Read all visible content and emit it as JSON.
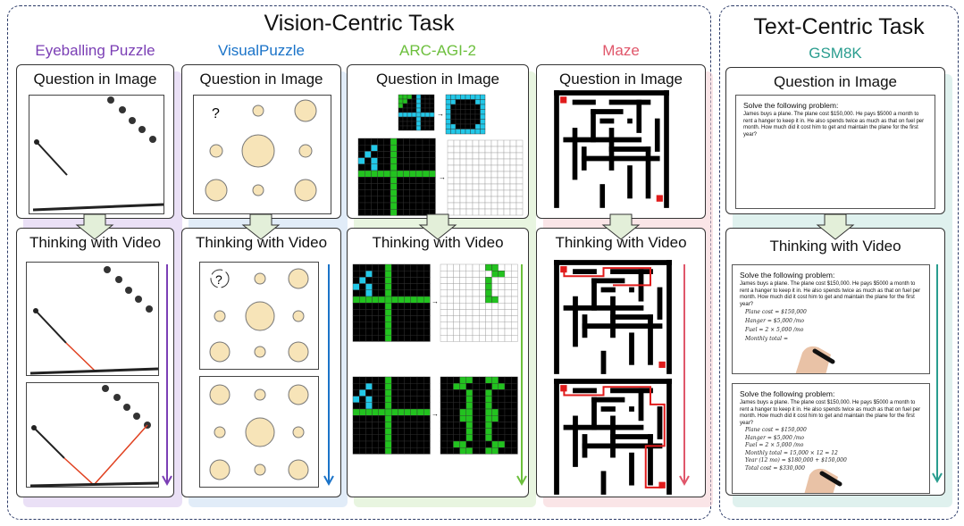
{
  "vision": {
    "title": "Vision-Centric Task"
  },
  "text": {
    "title": "Text-Centric Task"
  },
  "labels": {
    "question": "Question in Image",
    "thinking": "Thinking with Video"
  },
  "columns": [
    {
      "name": "Eyeballing Puzzle",
      "color": "#7b3fb5",
      "tint": "#d9c7ef"
    },
    {
      "name": "VisualPuzzle",
      "color": "#1a73c8",
      "tint": "#c8dcf2"
    },
    {
      "name": "ARC-AGI-2",
      "color": "#6cbf3c",
      "tint": "#d5ecc6"
    },
    {
      "name": "Maze",
      "color": "#e0566a",
      "tint": "#f6cfd4"
    },
    {
      "name": "GSM8K",
      "color": "#2a9d8f",
      "tint": "#c4e6e0"
    }
  ],
  "visual_puzzle": {
    "mark": "?"
  },
  "gsm8k": {
    "heading": "Solve the following problem:",
    "problem": "James buys a plane. The plane cost $150,000. He pays $5000 a month to rent a hanger to keep it in. He also spends twice as much as that on fuel per month. How much did it cost him to get and maintain the plane for the first year?",
    "steps_partial": [
      "Plane cost = $150,000",
      "Hanger = $5,000 /mo",
      "Fuel = 2 × 5,000 /mo",
      "Monthly total = "
    ],
    "steps_full": [
      "Plane cost = $150,000",
      "Hanger = $5,000 /mo",
      "Fuel = 2 × 5,000 /mo",
      "Monthly total = 15,000 × 12 = 12",
      "Year (12 mo) = $180,000 + $150,000",
      "Total cost = $330,000"
    ]
  }
}
